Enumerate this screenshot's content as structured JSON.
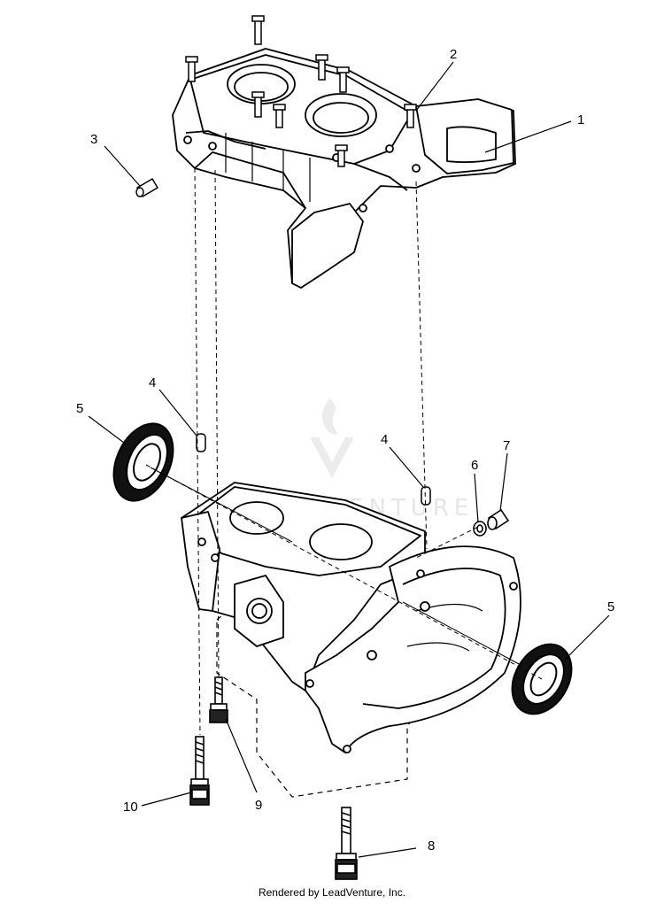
{
  "diagram": {
    "callouts": [
      {
        "id": "1",
        "label": "1"
      },
      {
        "id": "2",
        "label": "2"
      },
      {
        "id": "3",
        "label": "3"
      },
      {
        "id": "4a",
        "label": "4"
      },
      {
        "id": "4b",
        "label": "4"
      },
      {
        "id": "5a",
        "label": "5"
      },
      {
        "id": "5b",
        "label": "5"
      },
      {
        "id": "6",
        "label": "6"
      },
      {
        "id": "7",
        "label": "7"
      },
      {
        "id": "8",
        "label": "8"
      },
      {
        "id": "9",
        "label": "9"
      },
      {
        "id": "10",
        "label": "10"
      }
    ]
  },
  "watermark": {
    "text": "LEADVENTURE"
  },
  "footer": {
    "credit": "Rendered by LeadVenture, Inc."
  }
}
